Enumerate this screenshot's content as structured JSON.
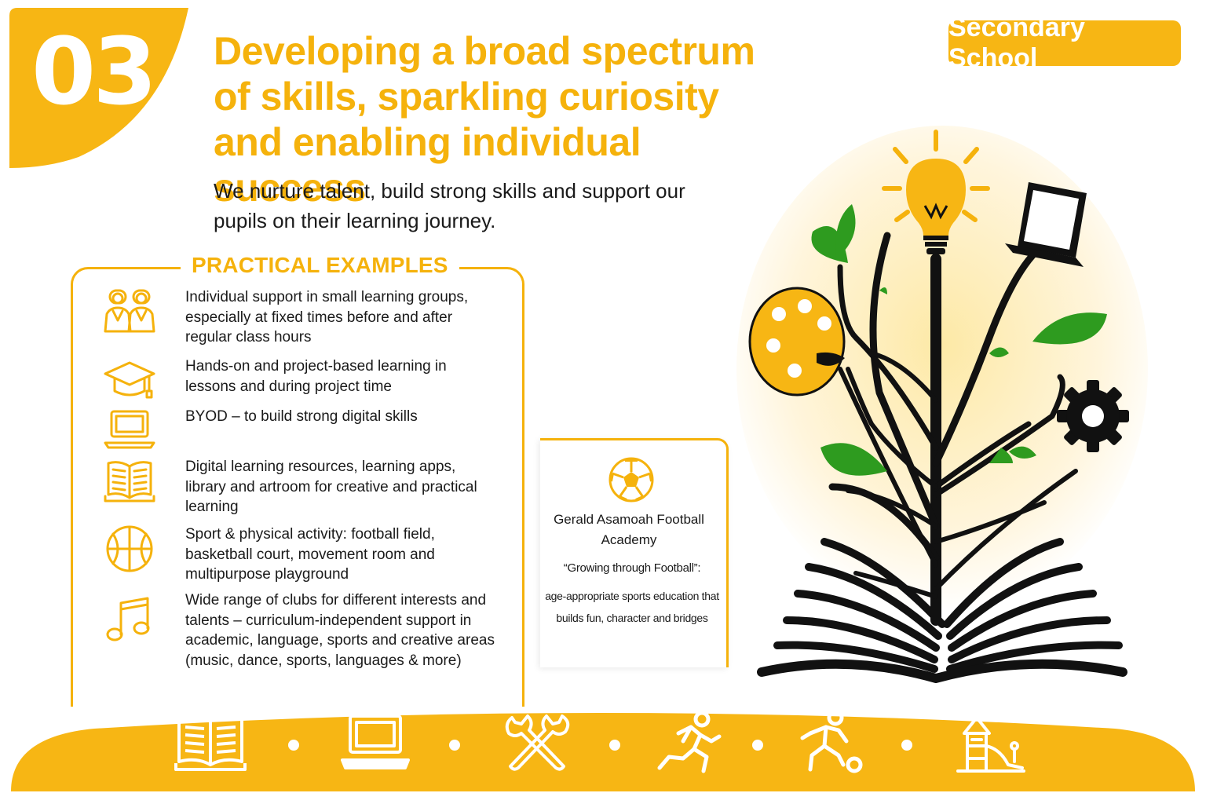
{
  "section": {
    "number": "03",
    "headline": "Developing a broad spectrum of skills, sparkling curiosity and enabling individual success",
    "subline": "We nurture talent, build strong skills and support our pupils on their learning journey.",
    "badge": "Secondary School"
  },
  "examples": {
    "title": "PRACTICAL EXAMPLES",
    "items": [
      {
        "icon": "group-icon",
        "text": "Individual support in small learning groups, especially at fixed times before and after regular class hours"
      },
      {
        "icon": "graduation-cap-icon",
        "text": "Hands-on and project-based learning in lessons and during project time"
      },
      {
        "icon": "laptop-icon",
        "text": "BYOD – to build strong digital skills"
      },
      {
        "icon": "book-icon",
        "text": "Digital learning resources, learning apps, library and artroom for creative and practical learning"
      },
      {
        "icon": "basketball-icon",
        "text": "Sport & physical activity: football field, basketball court, movement room and multipurpose playground"
      },
      {
        "icon": "music-note-icon",
        "text": "Wide range of clubs for different interests and talents – curriculum-independent support in academic, language, sports and creative areas (music, dance, sports, languages & more)"
      }
    ]
  },
  "football": {
    "icon": "football-icon",
    "name": "Gerald Asamoah Football Academy",
    "quote": "“Growing through Football”:",
    "description": "age-appropriate sports education that builds fun, character and bridges"
  },
  "tree_icons": [
    "lightbulb-icon",
    "laptop-icon",
    "palette-icon",
    "gear-icon",
    "leaf-icon",
    "open-book-icon"
  ],
  "bottom_icons": [
    "open-book-icon",
    "laptop-icon",
    "tools-icon",
    "runner-icon",
    "football-player-icon",
    "playground-icon"
  ],
  "colors": {
    "accent": "#f5b20c",
    "green": "#2e9b1f",
    "dark": "#111111"
  }
}
